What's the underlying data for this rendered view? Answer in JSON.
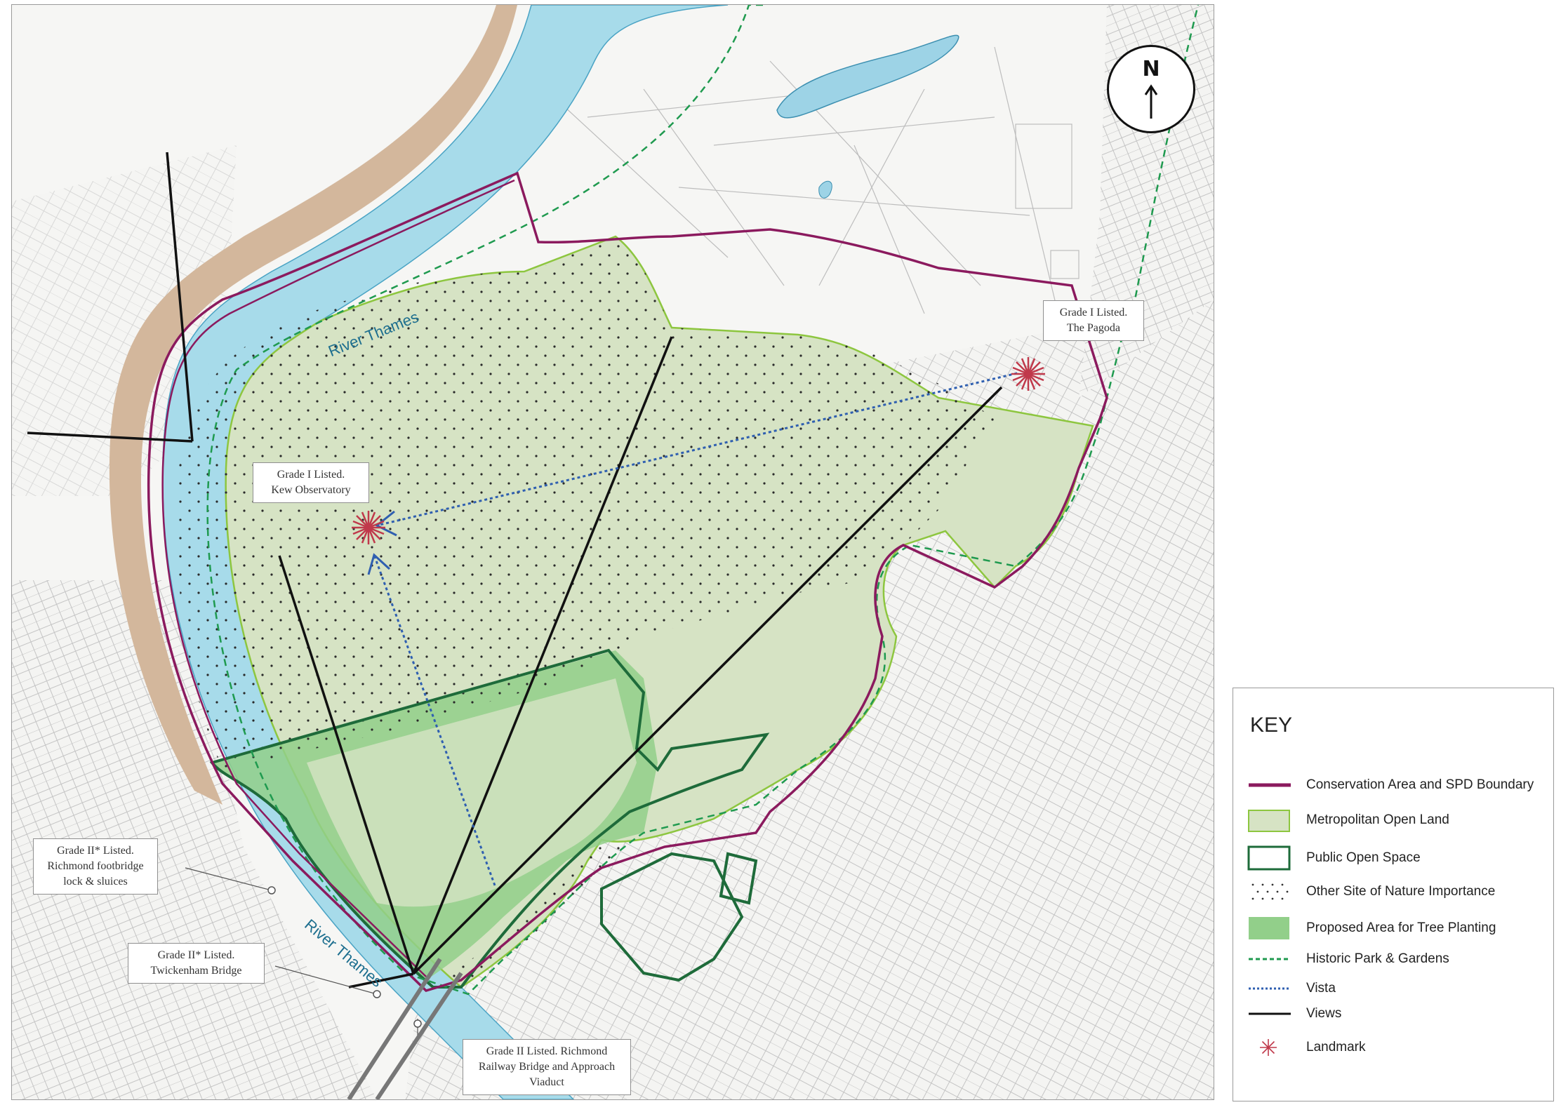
{
  "map": {
    "north_label": "N",
    "callouts": {
      "pagoda": [
        "Grade I Listed.",
        "The Pagoda"
      ],
      "observatory": [
        "Grade I Listed.",
        "Kew Observatory"
      ],
      "footbridge": [
        "Grade II* Listed.",
        "Richmond footbridge",
        "lock & sluices"
      ],
      "twickenham": [
        "Grade II* Listed.",
        "Twickenham Bridge"
      ],
      "railway": [
        "Grade II Listed. Richmond",
        "Railway Bridge and Approach",
        "Viaduct"
      ]
    },
    "river_labels": [
      "River Thames",
      "River Thames"
    ]
  },
  "key": {
    "title": "KEY",
    "items": [
      {
        "label": "Conservation Area and SPD Boundary",
        "icon": "solid-line",
        "color": "#8b1a5e"
      },
      {
        "label": "Metropolitan Open Land",
        "icon": "filled-box",
        "color": "#d6e3c4",
        "border": "#8dc63f"
      },
      {
        "label": "Public Open Space",
        "icon": "outline-box",
        "color": "#1e6b3a"
      },
      {
        "label": "Other Site of Nature Importance",
        "icon": "dot-pattern",
        "color": "#333333"
      },
      {
        "label": "Proposed Area for Tree Planting",
        "icon": "filled-box",
        "color": "#92cf8a"
      },
      {
        "label": "Historic Park & Gardens",
        "icon": "dashed-line",
        "color": "#1f9a4f"
      },
      {
        "label": "Vista",
        "icon": "dotted-line",
        "color": "#2f5fb0"
      },
      {
        "label": "Views",
        "icon": "solid-line",
        "color": "#111111"
      },
      {
        "label": "Landmark",
        "icon": "asterisk",
        "color": "#c0394b"
      }
    ]
  }
}
